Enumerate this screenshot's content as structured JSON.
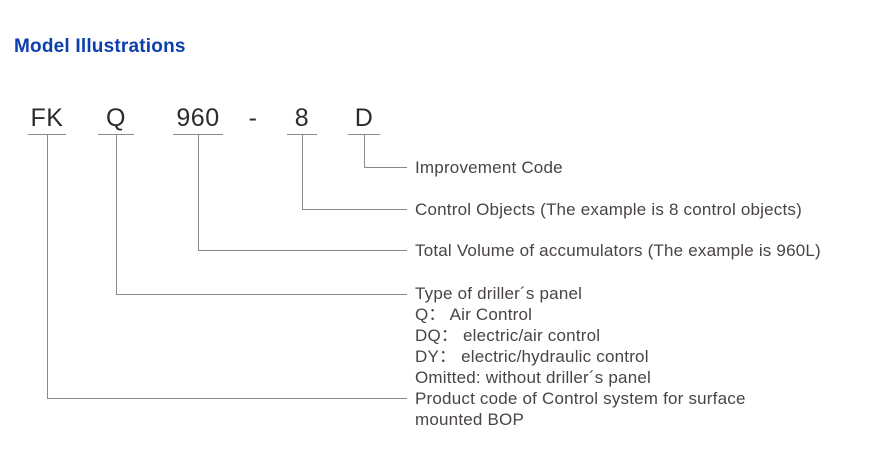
{
  "page": {
    "title": "Model Illustrations"
  },
  "colors": {
    "title_blue": "#0c3fae",
    "code_text": "#2d2a2a",
    "label_text": "#4a4444",
    "line_gray": "#8a8a8a"
  },
  "model_code": {
    "parts": [
      "FK",
      "Q",
      "960",
      "-",
      "8",
      "D"
    ]
  },
  "labels": {
    "improvement_code": "Improvement Code",
    "control_objects": "Control Objects (The example is 8 control objects)",
    "total_volume": "Total Volume of accumulators (The example is 960L)",
    "driller_panel_title": "Type of driller´s panel",
    "driller_panel_options": [
      "Q： Air Control",
      "DQ： electric/air control",
      "DY： electric/hydraulic control",
      "Omitted: without driller´s panel"
    ],
    "product_code": "Product code of Control system for surface mounted BOP"
  }
}
